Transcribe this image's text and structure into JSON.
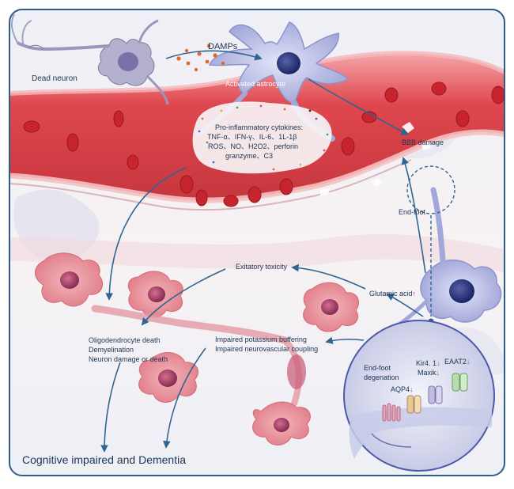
{
  "labels": {
    "dead_neuron": "Dead neuron",
    "damps": "DAMPs",
    "activated_astrocyte": "Activated astrocyte",
    "cytokines_line1": "Pro-inflammatory cytokines:",
    "cytokines_line2": "TNF-α、IFN-γ、IL-6、1L-1β",
    "cytokines_line3": "ROS、NO、H2O2、perforin",
    "cytokines_line4": "granzyme、C3",
    "bbb_damage": "BBB damage",
    "end_foot": "End-foot",
    "exitatory_toxicity": "Exitatory toxicity",
    "glutamic_acid": "Glutamic acid",
    "glutamic_arrow": "↑",
    "oligo_line1": "Oligodendrocyte death",
    "oligo_line2": "Demyelination",
    "oligo_line3": "Neuron damage or death",
    "potassium_line1": "Impaired potassium buffering",
    "potassium_line2": "Impaired neurovascular coupling",
    "endfoot_degeneration_line1": "End-foot",
    "endfoot_degeneration_line2": "degenation",
    "kir": "Kir4. 1",
    "kir_arrow": "↓",
    "maxik": "Maxik",
    "maxik_arrow": "↓",
    "eaat2": "EAAT2",
    "eaat2_arrow": "↓",
    "aqp4": "AQP4",
    "aqp4_arrow": "↓",
    "outcome": "Cognitive impaired and Dementia"
  },
  "colors": {
    "frame": "#2f5b8a",
    "arrow": "#2e6591",
    "vessel": "#d93a3f",
    "vessel_dark": "#b9252c",
    "astrocyte": "#9a9fd2",
    "neuron_pink": "#dc8a96",
    "text": "#1c3554",
    "arrow_up_red": "#d12a2a",
    "arrow_down_green": "#3aa33a"
  }
}
